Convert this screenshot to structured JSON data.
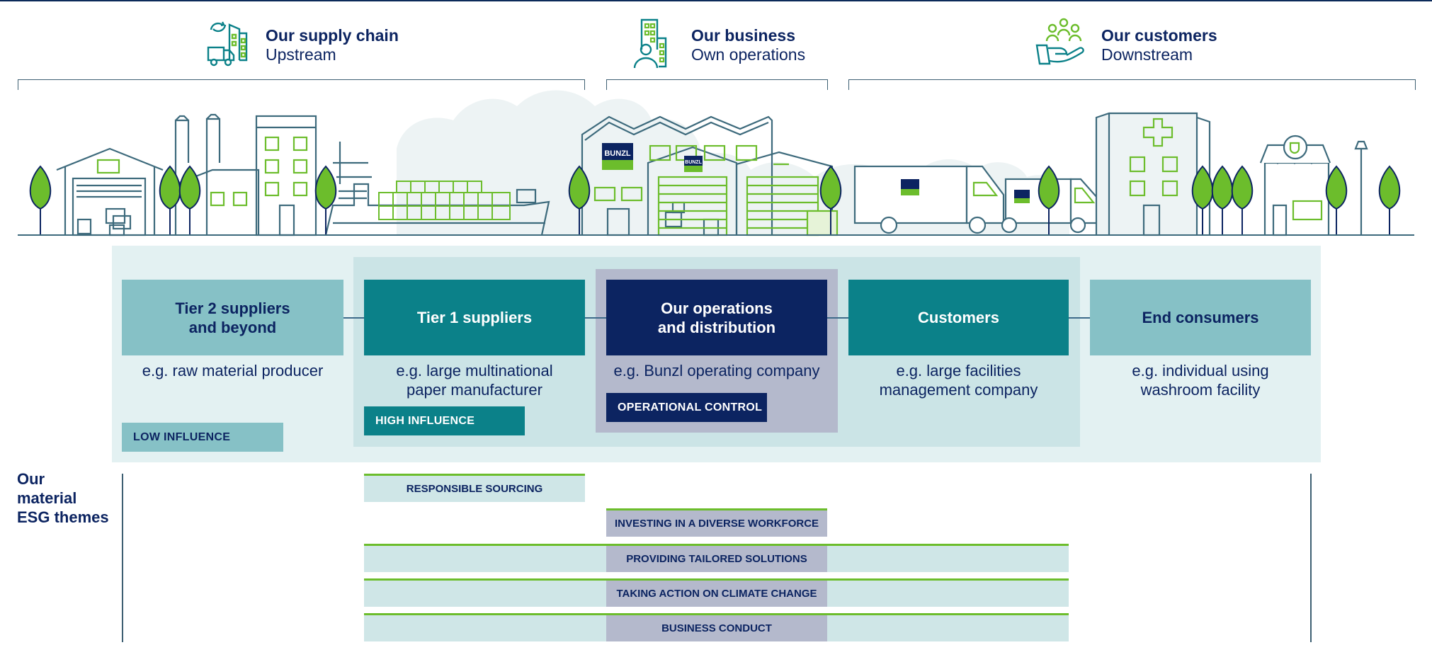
{
  "segments": [
    {
      "title": "Our supply chain",
      "subtitle": "Upstream",
      "icon": "supply-chain-icon"
    },
    {
      "title": "Our business",
      "subtitle": "Own operations",
      "icon": "business-icon"
    },
    {
      "title": "Our customers",
      "subtitle": "Downstream",
      "icon": "customers-icon"
    }
  ],
  "stages": [
    {
      "title_line1": "Tier 2 suppliers",
      "title_line2": "and beyond",
      "example_line1": "e.g. raw material producer",
      "example_line2": ""
    },
    {
      "title_line1": "Tier 1 suppliers",
      "title_line2": "",
      "example_line1": "e.g. large multinational",
      "example_line2": "paper manufacturer"
    },
    {
      "title_line1": "Our operations",
      "title_line2": "and distribution",
      "example_line1": "e.g. Bunzl operating company",
      "example_line2": ""
    },
    {
      "title_line1": "Customers",
      "title_line2": "",
      "example_line1": "e.g. large facilities",
      "example_line2": "management company"
    },
    {
      "title_line1": "End consumers",
      "title_line2": "",
      "example_line1": "e.g. individual using",
      "example_line2": "washroom facility"
    }
  ],
  "influence": {
    "low": "LOW INFLUENCE",
    "high": "HIGH INFLUENCE",
    "control": "OPERATIONAL CONTROL"
  },
  "esg": {
    "heading_line1": "Our",
    "heading_line2": "material",
    "heading_line3": "ESG themes",
    "themes": [
      "RESPONSIBLE SOURCING",
      "INVESTING IN A DIVERSE WORKFORCE",
      "PROVIDING TAILORED SOLUTIONS",
      "TAKING ACTION ON CLIMATE CHANGE",
      "BUSINESS CONDUCT"
    ]
  },
  "brand": {
    "logo_text": "BUNZL"
  },
  "colors": {
    "navy": "#0c2461",
    "teal": "#0b8189",
    "light_teal": "#86c1c6",
    "pale_teal": "#e3f1f2",
    "mid_teal": "#cbe4e6",
    "lavender": "#b4b9cc",
    "green": "#6cbd2c",
    "line": "#3d6a7c"
  }
}
